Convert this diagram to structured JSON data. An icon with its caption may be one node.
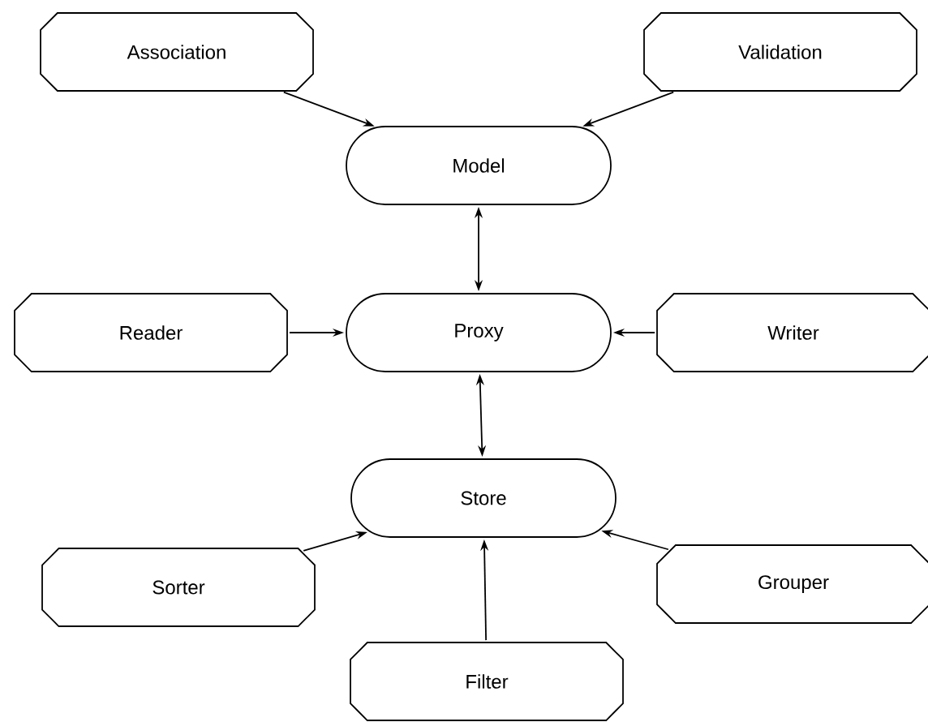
{
  "diagram": {
    "nodes": [
      {
        "text": [
          "Association"
        ]
      },
      {
        "text": [
          "Validation"
        ]
      },
      {
        "text": [
          "Model"
        ]
      },
      {
        "text": [
          "Reader"
        ]
      },
      {
        "text": [
          "Proxy"
        ]
      },
      {
        "text": [
          "Writer"
        ]
      },
      {
        "text": [
          "Store"
        ]
      },
      {
        "text": [
          "Sorter"
        ]
      },
      {
        "text": [
          "Grouper"
        ]
      },
      {
        "text": [
          "Filter"
        ]
      }
    ],
    "edges": [
      {
        "from": 0,
        "to": 2,
        "arrow": "to"
      },
      {
        "from": 1,
        "to": 2,
        "arrow": "to"
      },
      {
        "from": 2,
        "to": 4,
        "arrow": "both"
      },
      {
        "from": 3,
        "to": 4,
        "arrow": "to"
      },
      {
        "from": 5,
        "to": 4,
        "arrow": "to"
      },
      {
        "from": 4,
        "to": 6,
        "arrow": "both"
      },
      {
        "from": 7,
        "to": 6,
        "arrow": "to"
      },
      {
        "from": 8,
        "to": 6,
        "arrow": "to"
      },
      {
        "from": 9,
        "to": 6,
        "arrow": "to"
      }
    ]
  }
}
